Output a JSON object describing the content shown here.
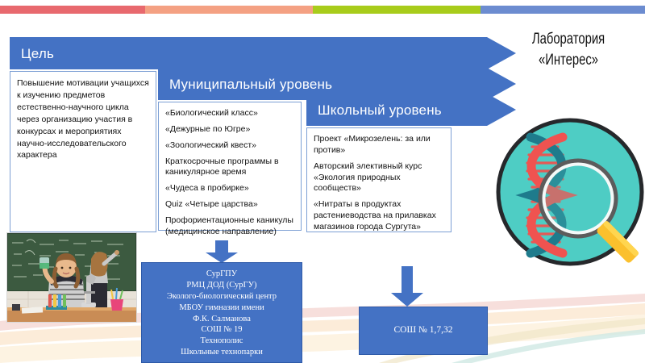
{
  "slide": {
    "title_line1": "Лаборатория",
    "title_line2": "«Интерес»"
  },
  "topbar": {
    "colors": [
      "#E8696E",
      "#F4A183",
      "#A8CC1B",
      "#6C8CD0",
      "#5FC9CC"
    ],
    "widths": [
      190,
      220,
      220,
      215,
      155
    ]
  },
  "banners": [
    {
      "label": "Цель",
      "name": "banner-goal"
    },
    {
      "label": "Муниципальный уровень",
      "name": "banner-municipal"
    },
    {
      "label": "Школьный уровень",
      "name": "banner-school"
    }
  ],
  "goal_box": {
    "text": "Повышение мотивации учащихся к изучению предметов естественно-научного цикла через организацию участия в конкурсах и мероприятиях научно-исследовательского характера"
  },
  "municipal_box": {
    "items": [
      "«Биологический класс»",
      "«Дежурные по Югре»",
      "«Зоологический квест»",
      "Краткосрочные программы в каникулярное время",
      "«Чудеса в пробирке»",
      "Quiz «Четыре  царства»",
      "Профориентационные каникулы (медицинское направление)"
    ]
  },
  "school_box": {
    "items": [
      "Проект «Микрозелень: за или против»",
      "Авторский элективный курс «Экология природных сообществ»",
      "«Нитраты в продуктах растениеводства на прилавках магазинов города Сургута»"
    ]
  },
  "partners_box": {
    "lines": [
      "СурГПУ",
      "РМЦ ДОД  (СурГУ)",
      "Эколого-биологический центр",
      "МБОУ гимназии имени",
      "Ф.К. Салманова",
      "СОШ № 19",
      "Технополис",
      "Школьные технопарки"
    ]
  },
  "schools_box": {
    "lines": [
      "СОШ № 1,7,32"
    ]
  },
  "graphic": {
    "name": "dna-magnifier-illustration",
    "circle_color": "#4ECDC4",
    "dna_strand_a": "#EF5350",
    "dna_strand_b": "#1E7B8C",
    "handle_color": "#FBC02D"
  },
  "photo": {
    "name": "science-classroom-photo",
    "description": "Две школьницы в кабинете химии у зелёной доски с формулами"
  },
  "colors": {
    "accent_blue": "#4472C4",
    "box_border": "#7C9FD4"
  }
}
